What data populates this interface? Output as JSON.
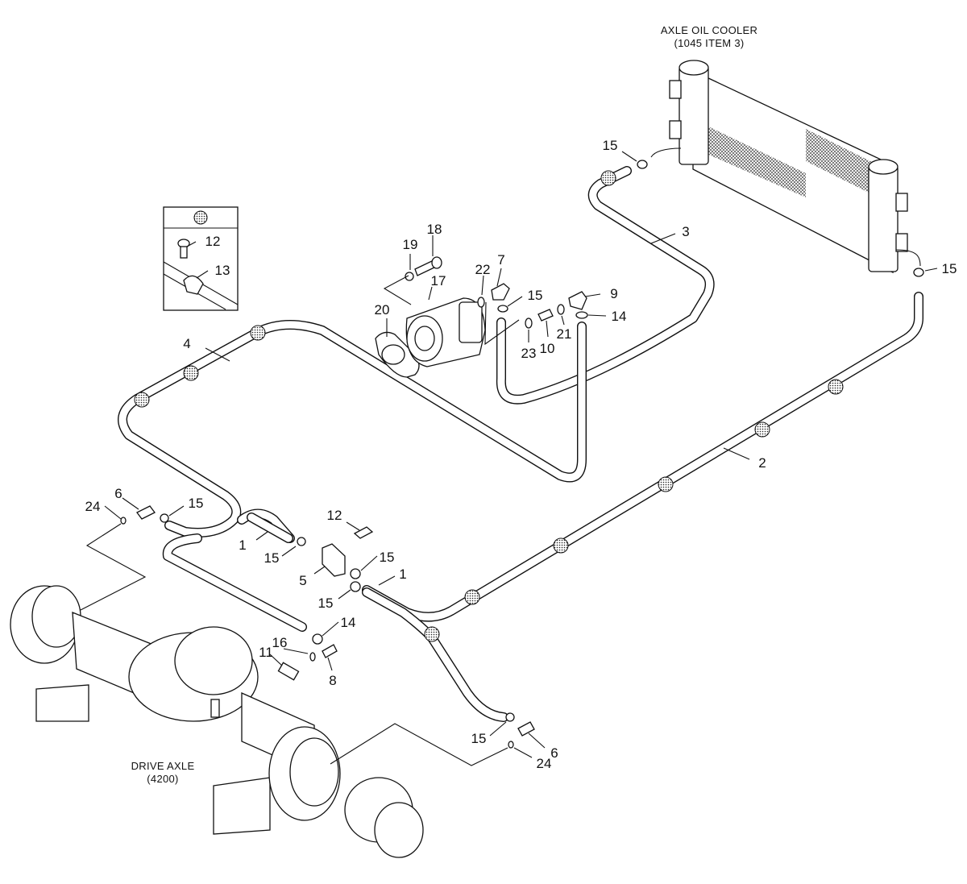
{
  "titles": {
    "cooler_line1": "AXLE OIL COOLER",
    "cooler_line2": "(1045 ITEM 3)",
    "axle_line1": "DRIVE AXLE",
    "axle_line2": "(4200)"
  },
  "callouts": [
    {
      "id": "c1a",
      "text": "1"
    },
    {
      "id": "c1b",
      "text": "1"
    },
    {
      "id": "c2",
      "text": "2"
    },
    {
      "id": "c3",
      "text": "3"
    },
    {
      "id": "c4",
      "text": "4"
    },
    {
      "id": "c5",
      "text": "5"
    },
    {
      "id": "c6a",
      "text": "6"
    },
    {
      "id": "c6b",
      "text": "6"
    },
    {
      "id": "c7",
      "text": "7"
    },
    {
      "id": "c8",
      "text": "8"
    },
    {
      "id": "c9",
      "text": "9"
    },
    {
      "id": "c10",
      "text": "10"
    },
    {
      "id": "c11",
      "text": "11"
    },
    {
      "id": "c12a",
      "text": "12"
    },
    {
      "id": "c12b",
      "text": "12"
    },
    {
      "id": "c13",
      "text": "13"
    },
    {
      "id": "c14a",
      "text": "14"
    },
    {
      "id": "c14b",
      "text": "14"
    },
    {
      "id": "c15a",
      "text": "15"
    },
    {
      "id": "c15b",
      "text": "15"
    },
    {
      "id": "c15c",
      "text": "15"
    },
    {
      "id": "c15d",
      "text": "15"
    },
    {
      "id": "c15e",
      "text": "15"
    },
    {
      "id": "c15f",
      "text": "15"
    },
    {
      "id": "c15g",
      "text": "15"
    },
    {
      "id": "c15h",
      "text": "15"
    },
    {
      "id": "c16",
      "text": "16"
    },
    {
      "id": "c17",
      "text": "17"
    },
    {
      "id": "c18",
      "text": "18"
    },
    {
      "id": "c19",
      "text": "19"
    },
    {
      "id": "c20",
      "text": "20"
    },
    {
      "id": "c21",
      "text": "21"
    },
    {
      "id": "c22",
      "text": "22"
    },
    {
      "id": "c23",
      "text": "23"
    },
    {
      "id": "c24a",
      "text": "24"
    },
    {
      "id": "c24b",
      "text": "24"
    }
  ]
}
